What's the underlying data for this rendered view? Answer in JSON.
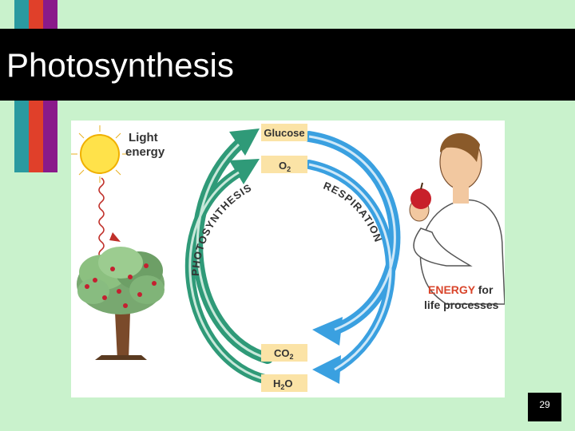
{
  "slide": {
    "title": "Photosynthesis",
    "number": "29"
  },
  "diagram": {
    "light_label_1": "Light",
    "light_label_2": "energy",
    "boxes": {
      "glucose": "Glucose",
      "o2_main": "O",
      "o2_sub": "2",
      "co2_main": "CO",
      "co2_sub": "2",
      "h2o_main": "H",
      "h2o_sub": "2",
      "h2o_end": "O"
    },
    "photosynthesis_arc": "PHOTOSYNTHESIS",
    "respiration_arc": "RESPIRATION",
    "energy_word": "ENERGY",
    "energy_rest": " for",
    "energy_line2": "life processes"
  },
  "colors": {
    "background": "#c9f2cc",
    "bar_teal": "#2a9aa0",
    "bar_red": "#e0402a",
    "bar_purple": "#8a1a8a",
    "box_fill": "#fbe3a6",
    "green_arrow": "#2f9a78",
    "blue_arrow": "#3aa0e0",
    "energy_red": "#d9452b"
  }
}
